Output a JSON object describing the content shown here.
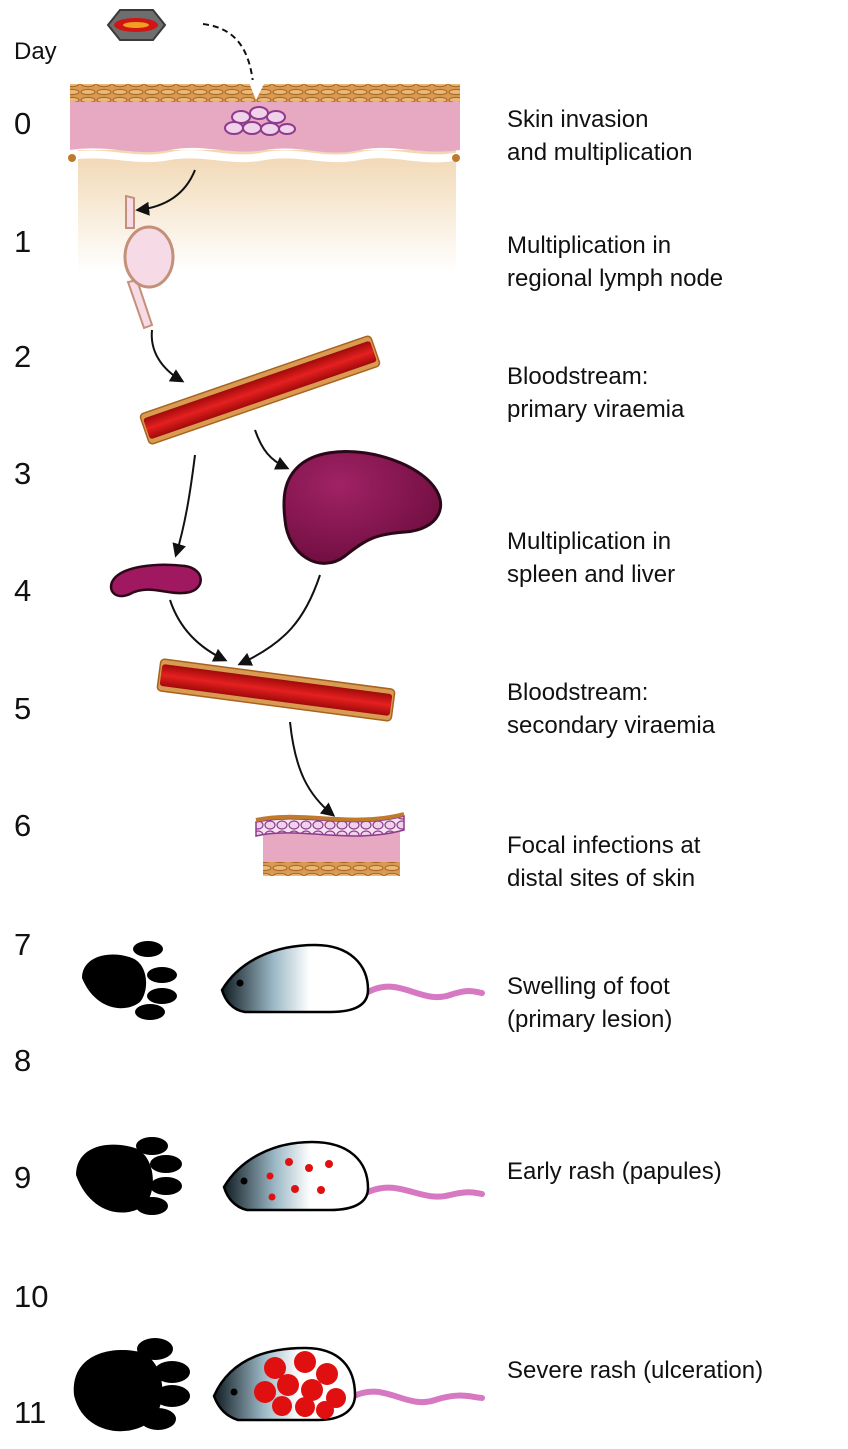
{
  "header": {
    "day_label": "Day"
  },
  "days": [
    "0",
    "1",
    "2",
    "3",
    "4",
    "5",
    "6",
    "7",
    "8",
    "9",
    "10",
    "11"
  ],
  "stages": [
    {
      "line1": "Skin invasion",
      "line2": "and multiplication"
    },
    {
      "line1": "Multiplication in",
      "line2": "regional lymph node"
    },
    {
      "line1": "Bloodstream:",
      "line2": "primary viraemia"
    },
    {
      "line1": "Multiplication in",
      "line2": "spleen and liver"
    },
    {
      "line1": "Bloodstream:",
      "line2": "secondary viraemia"
    },
    {
      "line1": "Focal infections at",
      "line2": "distal sites of skin"
    },
    {
      "line1": "Swelling of foot",
      "line2": "(primary lesion)"
    },
    {
      "line1": "Early rash (papules)"
    },
    {
      "line1": "Severe rash (ulceration)"
    }
  ],
  "colors": {
    "skin": "#e7a9c2",
    "tissue_brown": "#c07a2c",
    "blood": "#d01515",
    "organ": "#8c1650",
    "lymph_node": "#f6dbe6",
    "virus_purple": "#8e3a8e",
    "mouse_tail": "#d679c2",
    "rash": "#e01010"
  }
}
